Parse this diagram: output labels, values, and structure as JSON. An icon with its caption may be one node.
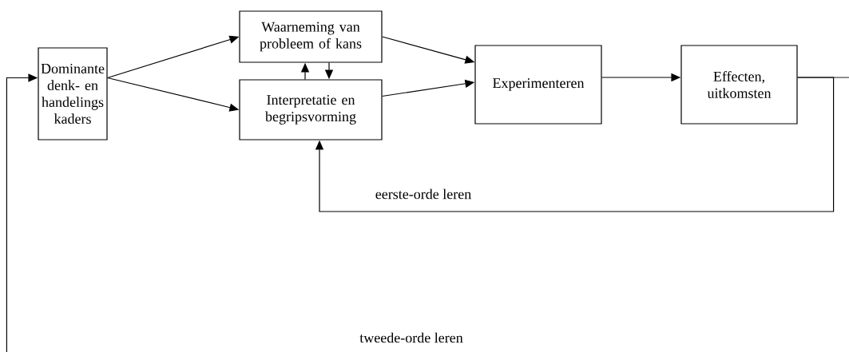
{
  "diagram": {
    "nodes": [
      {
        "text": [
          "Dominante denk- en handelings kaders"
        ]
      },
      {
        "text": [
          "Waarneming van probleem of kans"
        ]
      },
      {
        "text": [
          "Interpretatie en begripsvorming"
        ]
      },
      {
        "text": [
          "Experimenteren"
        ]
      },
      {
        "text": [
          "Effecten, uitkomsten"
        ]
      }
    ],
    "edges": [
      {
        "from": 0,
        "to": 1,
        "arrow": "to"
      },
      {
        "from": 0,
        "to": 2,
        "arrow": "to"
      },
      {
        "from": 2,
        "to": 1,
        "arrow": "to"
      },
      {
        "from": 1,
        "to": 2,
        "arrow": "to"
      },
      {
        "from": 1,
        "to": 3,
        "arrow": "to"
      },
      {
        "from": 2,
        "to": 3,
        "arrow": "to"
      },
      {
        "from": 3,
        "to": 4,
        "arrow": "to"
      },
      {
        "from": 4,
        "to": 2,
        "arrow": "to",
        "label": "eerste-orde leren"
      },
      {
        "from": 4,
        "to": 0,
        "arrow": "to",
        "label": "tweede-orde leren"
      }
    ]
  }
}
